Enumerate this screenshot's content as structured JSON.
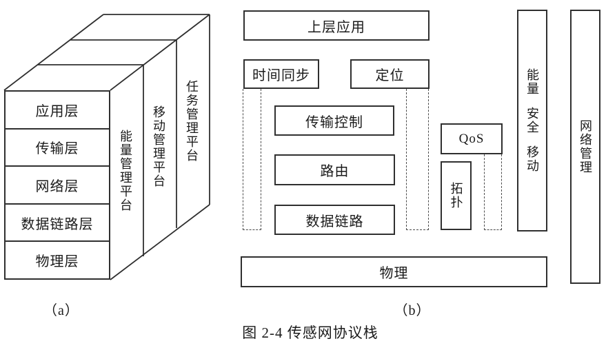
{
  "caption": "图 2-4 传感网协议栈",
  "panel_a": {
    "label": "（a）",
    "layers": [
      "应用层",
      "传输层",
      "网络层",
      "数据链路层",
      "物理层"
    ],
    "planes": [
      "能量管理平台",
      "移动管理平台",
      "任务管理平台"
    ]
  },
  "panel_b": {
    "label": "（b）",
    "upper_app": "上层应用",
    "time_sync": "时间同步",
    "localization": "定位",
    "transport_control": "传输控制",
    "routing": "路由",
    "data_link": "数据链路",
    "physical": "物理",
    "qos": "QoS",
    "topology": "拓扑",
    "cross_words": [
      "能量",
      "安全",
      "移动"
    ],
    "network_mgmt": "网络管理"
  },
  "colors": {
    "line": "#2f2f2f",
    "text": "#1a1a1a",
    "background": "#ffffff"
  }
}
